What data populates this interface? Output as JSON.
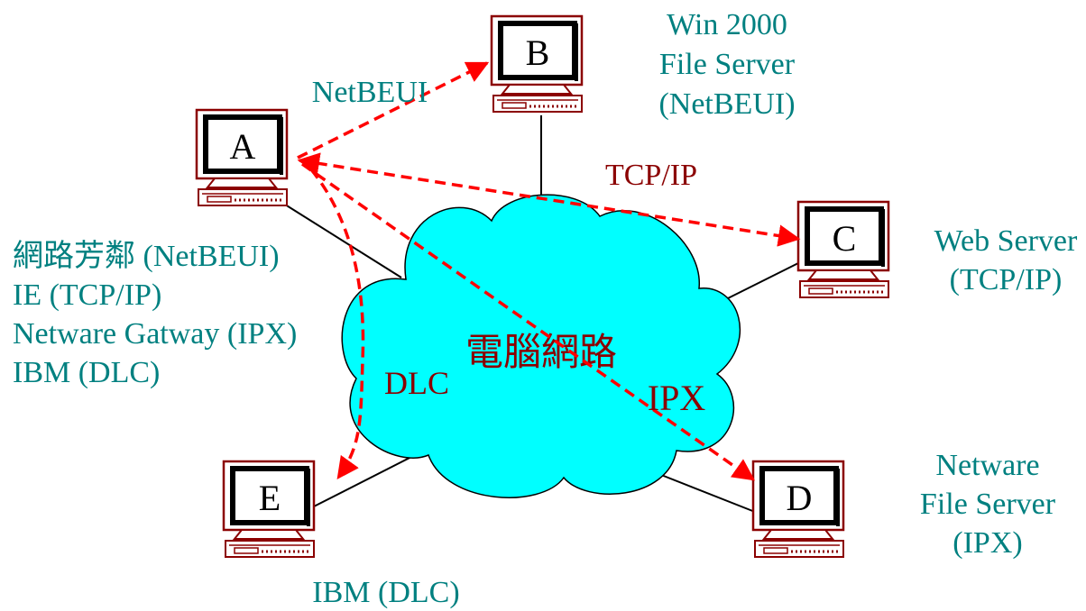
{
  "cloud": {
    "label": "電腦網路",
    "fill": "#00ffff"
  },
  "computers": [
    {
      "id": "A",
      "letter": "A"
    },
    {
      "id": "B",
      "letter": "B"
    },
    {
      "id": "C",
      "letter": "C"
    },
    {
      "id": "D",
      "letter": "D"
    },
    {
      "id": "E",
      "letter": "E"
    }
  ],
  "server_labels": {
    "b": [
      "Win 2000",
      "File Server",
      "(NetBEUI)"
    ],
    "c": [
      "Web Server",
      "(TCP/IP)"
    ],
    "d": [
      "Netware",
      "File Server",
      "(IPX)"
    ],
    "e": "IBM (DLC)"
  },
  "client_protocols": [
    "網路芳鄰 (NetBEUI)",
    "IE (TCP/IP)",
    "Netware Gatway (IPX)",
    "IBM (DLC)"
  ],
  "protocol_labels": {
    "netbeui": "NetBEUI",
    "tcpip": "TCP/IP",
    "ipx": "IPX",
    "dlc": "DLC"
  },
  "colors": {
    "teal_text": "#008080",
    "maroon_text": "#8b0000",
    "arrow": "#ff0000",
    "computer_outline": "#8b0000",
    "cloud": "#00ffff"
  }
}
